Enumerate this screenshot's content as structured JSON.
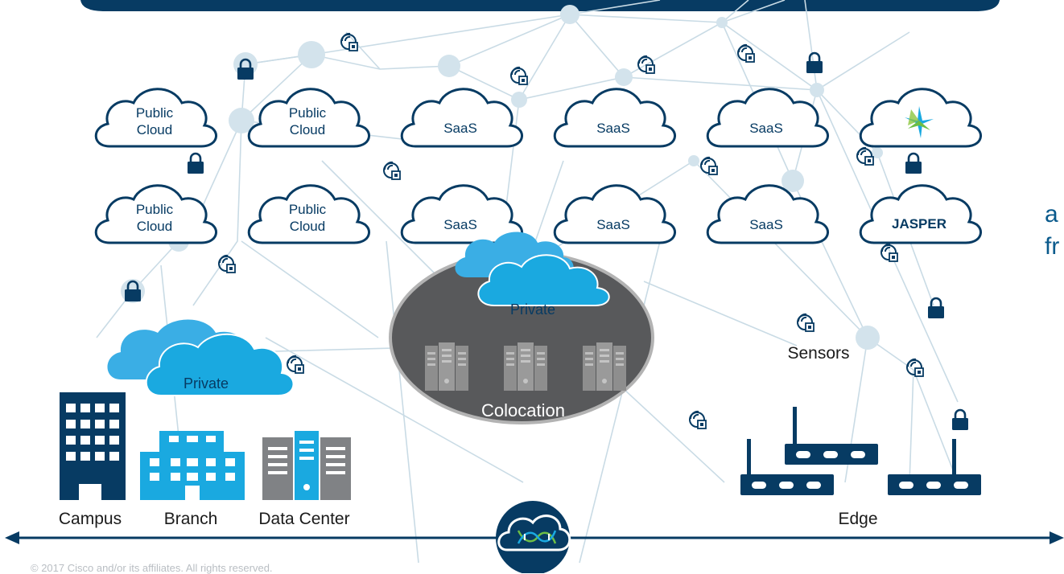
{
  "clouds": {
    "public_cloud_1": [
      "Public",
      "Cloud"
    ],
    "public_cloud_2": [
      "Public",
      "Cloud"
    ],
    "public_cloud_3": [
      "Public",
      "Cloud"
    ],
    "public_cloud_4": [
      "Public",
      "Cloud"
    ],
    "saas_label": "SaaS",
    "jasper_label": "JASPER",
    "private_label": "Private"
  },
  "sites": {
    "campus": "Campus",
    "branch": "Branch",
    "data_center": "Data Center",
    "colocation": "Colocation",
    "sensors": "Sensors",
    "edge": "Edge"
  },
  "side_text": {
    "line1": "a",
    "line2": "fr"
  },
  "footer": {
    "copyright": "© 2017  Cisco and/or its affiliates. All rights reserved."
  },
  "colors": {
    "navy": "#073b63",
    "sky_blue": "#1aa9e0",
    "colocation_gray": "#58595b",
    "mesh_line": "#c9dbe5",
    "mesh_node": "#d3e3ec"
  }
}
